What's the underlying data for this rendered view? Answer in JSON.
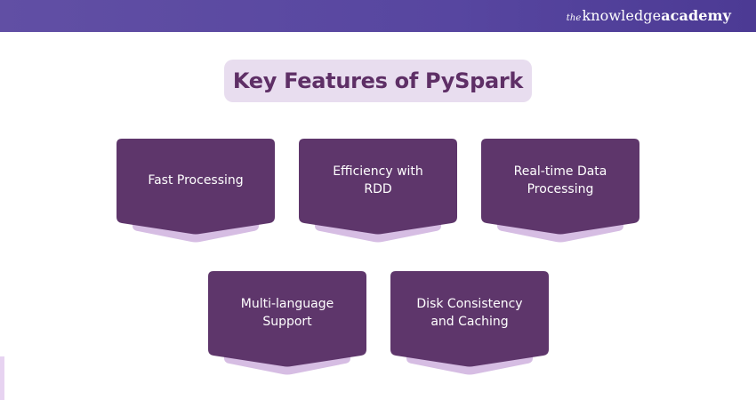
{
  "header": {
    "brand_prefix": "the",
    "brand_light": "knowledge",
    "brand_bold": "academy"
  },
  "title": "Key Features of PySpark",
  "colors": {
    "header": "#5746a0",
    "title_bg": "#e8ddef",
    "title_text": "#5e2f66",
    "card": "#5e366b",
    "card_shadow": "#d6bde3",
    "card_text": "#ffffff"
  },
  "features": [
    {
      "label": "Fast Processing"
    },
    {
      "label": "Efficiency with RDD"
    },
    {
      "label": "Real-time Data Processing"
    },
    {
      "label": "Multi-language Support"
    },
    {
      "label": "Disk Consistency and Caching"
    }
  ]
}
